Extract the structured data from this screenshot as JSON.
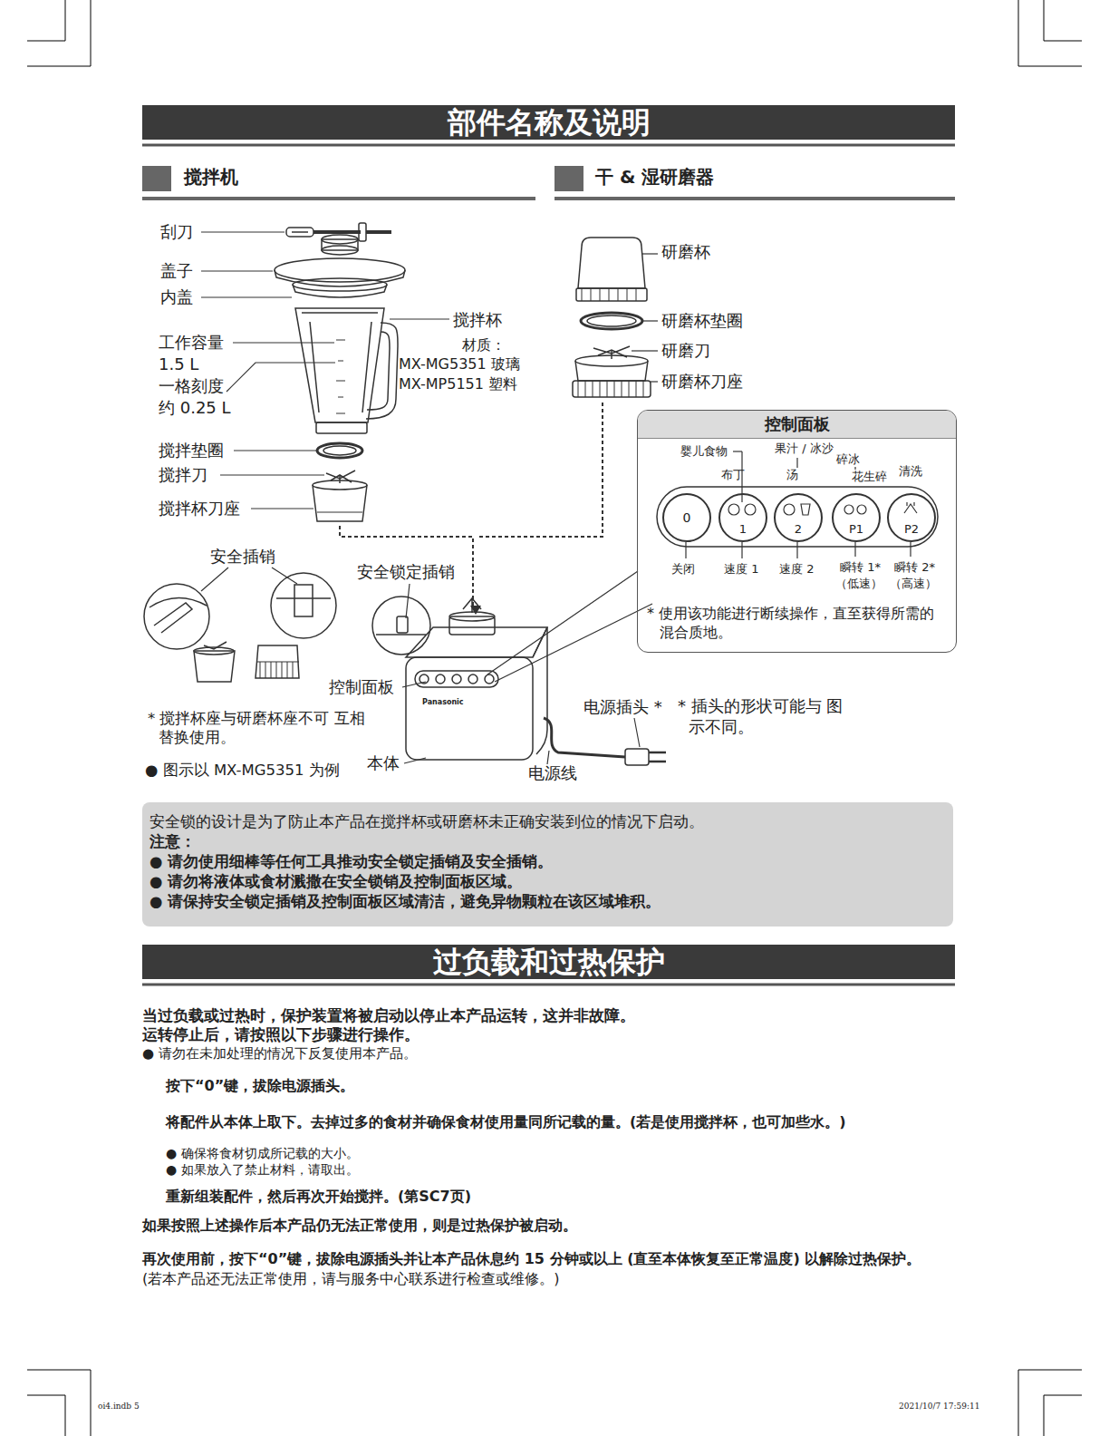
{
  "diagram": {
    "nodes": [
      {
        "text": [
          "部件名称及说明"
        ]
      },
      {
        "text": [
          "控制面板",
          "* 使用该功能进行断续操作，直至获得所需的混合质地。"
        ]
      },
      {
        "text": [
          "0"
        ],
        "in": 1
      },
      {
        "text": [
          "1"
        ],
        "in": 1
      },
      {
        "text": [
          "2"
        ],
        "in": 1
      },
      {
        "text": [
          "P1"
        ],
        "in": 1
      },
      {
        "text": [
          "P2"
        ],
        "in": 1
      },
      {
        "text": [
          "安全锁的设计是为了防止本产品在搅拌杯或研磨杯未正确安装到位的情况下启动。",
          "注意：",
          "● 请勿使用细棒等任何工具推动安全锁定插销及安全插销。",
          "● 请勿将液体或食材溅撒在安全锁销及控制面板区域。",
          "● 请保持安全锁定插销及控制面板区域清洁，避免异物颗粒在该区域堆积。"
        ]
      },
      {
        "text": [
          "过负载和过热保护"
        ]
      }
    ],
    "labels": [
      "搅拌机",
      "干 & 湿研磨器",
      "刮刀",
      "盖子",
      "内盖",
      "工作容量",
      "1.5 L",
      "一格刻度",
      "约 0.25 L",
      "搅拌杯",
      "材质：",
      "MX-MG5351 玻璃",
      "MX-MP5151 塑料",
      "搅拌垫圈",
      "搅拌刀",
      "搅拌杯刀座",
      "研磨杯",
      "研磨杯垫圈",
      "研磨刀",
      "研磨杯刀座",
      "婴儿食物",
      "布丁",
      "果汁 / 冰沙",
      "汤",
      "碎冰",
      "花生碎",
      "清洗",
      "关闭",
      "速度 1",
      "速度 2",
      "瞬转 1*",
      "（低速）",
      "瞬转 2*",
      "（高速）",
      "安全插销",
      "安全锁定插销",
      "控制面板",
      "* 搅拌杯座与研磨杯座不可 互相替换使用。",
      "● 图示以 MX-MG5351 为例",
      "本体",
      "电源插头 *",
      "* 插头的形状可能与 图示不同。",
      "电源线",
      "当过负载或过热时，保护装置将被启动以停止本产品运转，这并非故障。",
      "运转停止后，请按照以下步骤进行操作。",
      "● 请勿在未加处理的情况下反复使用本产品。",
      "按下“0”键，拔除电源插头。",
      "将配件从本体上取下。去掉过多的食材并确保食材使用量同所记载的量。(若是使用搅拌杯，也可加些水。)",
      "● 确保将食材切成所记载的大小。",
      "● 如果放入了禁止材料，请取出。",
      "重新组装配件，然后再次开始搅拌。(第SC7页)",
      "如果按照上述操作后本产品仍无法正常使用，则是过热保护被启动。",
      "再次使用前，按下“0”键，拔除电源插头并让本产品休息约 15 分钟或以上 (直至本体恢复至正常温度) 以解除过热保护。",
      "(若本产品还无法正常使用，请与服务中心联系进行检查或维修。)",
      "oi4.indb 5",
      "2021/10/7 17:59:11",
      "Panasonic"
    ]
  }
}
